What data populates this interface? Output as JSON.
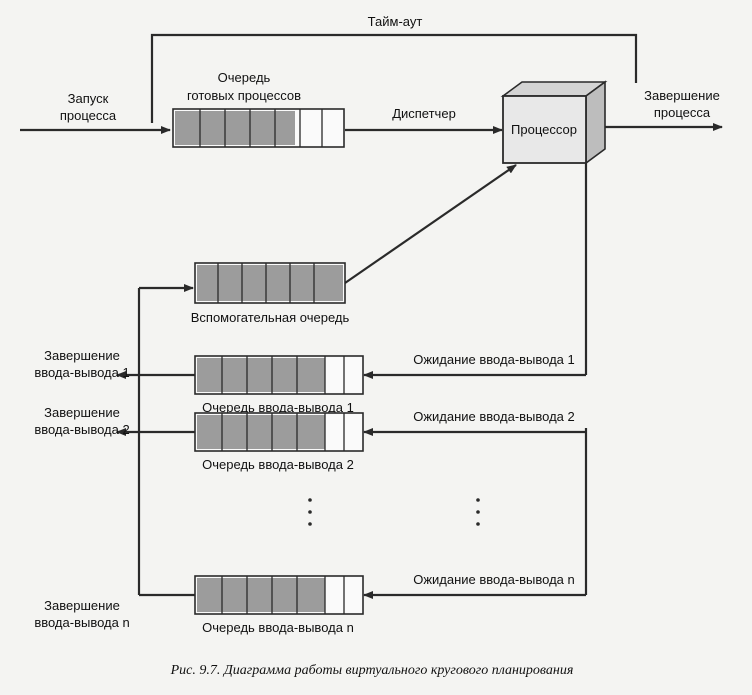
{
  "labels": {
    "timeout": "Тайм-аут",
    "start": [
      "Запуск",
      "процесса"
    ],
    "ready_queue": [
      "Очередь",
      "готовых процессов"
    ],
    "dispatcher": "Диспетчер",
    "processor": "Процессор",
    "completion": [
      "Завершение",
      "процесса"
    ],
    "aux_queue": "Вспомогательная очередь",
    "io_wait_1": "Ожидание ввода-вывода 1",
    "io_wait_2": "Ожидание ввода-вывода 2",
    "io_wait_n": "Ожидание ввода-вывода n",
    "io_queue_1": "Очередь ввода-вывода 1",
    "io_queue_2": "Очередь ввода-вывода 2",
    "io_queue_n": "Очередь ввода-вывода n",
    "io_done_1": [
      "Завершение",
      "ввода-вывода 1"
    ],
    "io_done_2": [
      "Завершение",
      "ввода-вывода 2"
    ],
    "io_done_n": [
      "Завершение",
      "ввода-вывода n"
    ],
    "caption": "Рис. 9.7. Диаграмма работы виртуального кругового планирования"
  },
  "colors": {
    "line": "#2a2a2a",
    "queue_fill": "#9c9c9c",
    "processor_fill": "#e8e8e8"
  }
}
